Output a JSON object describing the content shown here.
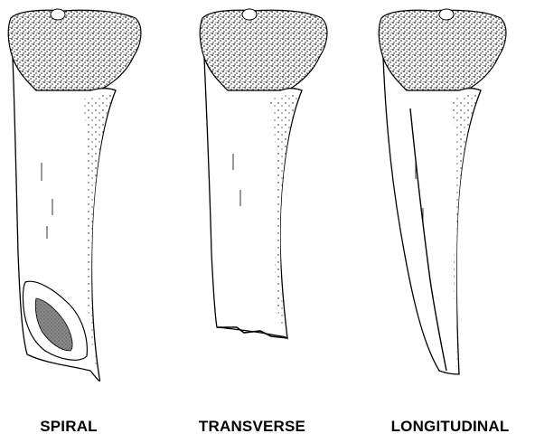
{
  "panels": [
    {
      "id": "spiral",
      "label": "SPIRAL"
    },
    {
      "id": "transverse",
      "label": "TRANSVERSE"
    },
    {
      "id": "longitudinal",
      "label": "LONGITUDINAL"
    }
  ],
  "colors": {
    "ink": "#000000",
    "bone_fill": "#ffffff",
    "stipple": "#1a1a1a",
    "fracture_fill": "#7a7a7a"
  }
}
